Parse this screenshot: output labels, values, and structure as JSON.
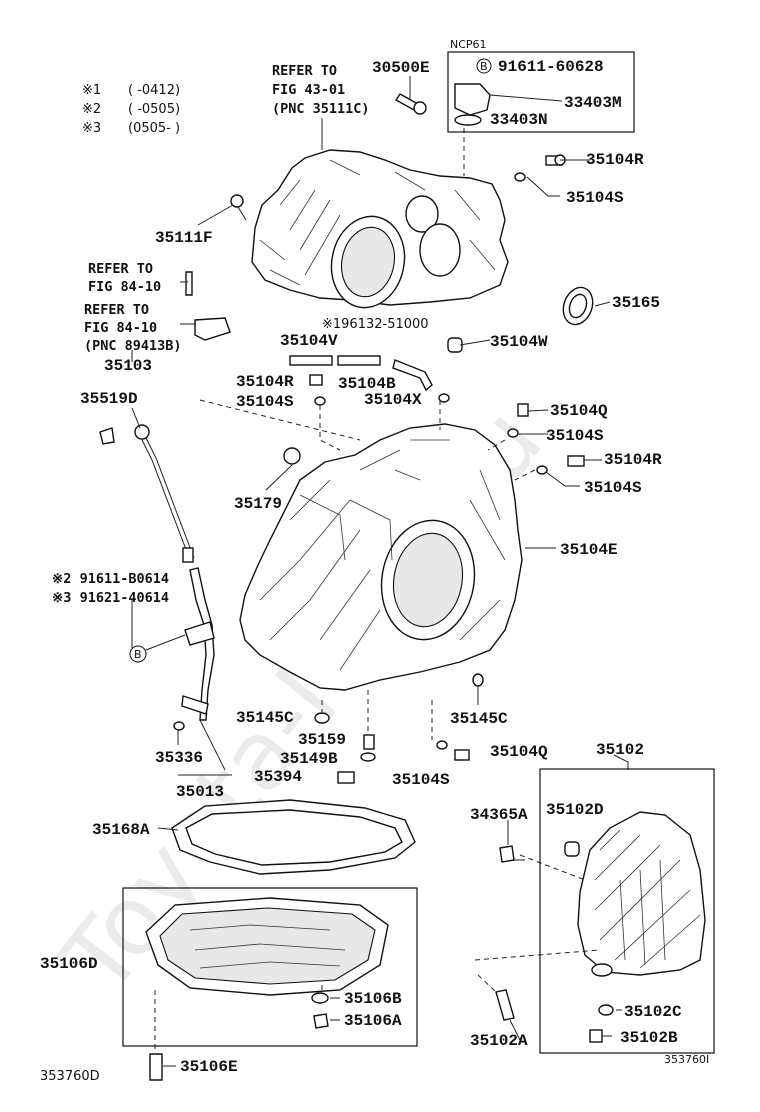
{
  "legend": [
    {
      "mark": "※1",
      "range": "(     -0412)"
    },
    {
      "mark": "※2",
      "range": "(     -0505)"
    },
    {
      "mark": "※3",
      "range": "(0505-     )"
    }
  ],
  "refs": {
    "fig43_l1": "REFER TO",
    "fig43_l2": "FIG 43-01",
    "fig43_l3": "(PNC 35111C)",
    "fig84a_l1": "REFER TO",
    "fig84a_l2": "FIG 84-10",
    "fig84b_l1": "REFER TO",
    "fig84b_l2": "FIG 84-10",
    "fig84b_l3": "(PNC 89413B)"
  },
  "ncp_box": {
    "title": "NCP61",
    "marker": "B",
    "bolt": "91611-60628",
    "part1": "33403M",
    "part2": "33403N"
  },
  "labels": {
    "p30500E": "30500E",
    "p35104R_top": "35104R",
    "p35104S_top": "35104S",
    "p35111F": "35111F",
    "p35165": "35165",
    "p196132": "※196132-51000",
    "p35104V": "35104V",
    "p35104W": "35104W",
    "p35103": "35103",
    "p35519D": "35519D",
    "p35104R_mid": "35104R",
    "p35104B": "35104B",
    "p35104S_mid": "35104S",
    "p35104X": "35104X",
    "p35104Q_mid": "35104Q",
    "p35104S_r1": "35104S",
    "p35104R_r": "35104R",
    "p35104S_r2": "35104S",
    "p35179": "35179",
    "p35104E": "35104E",
    "p91611B": "※2 91611-B0614",
    "p91621": "※3 91621-40614",
    "marker_B": "B",
    "p35145C_l": "35145C",
    "p35145C_r": "35145C",
    "p35159": "35159",
    "p35149B": "35149B",
    "p35336": "35336",
    "p35394": "35394",
    "p35104S_bot": "35104S",
    "p35104Q_bot": "35104Q",
    "p35102": "35102",
    "p35013": "35013",
    "p35168A": "35168A",
    "p34365A": "34365A",
    "p35102D": "35102D",
    "p35106D": "35106D",
    "p35106B": "35106B",
    "p35106A": "35106A",
    "p35102C": "35102C",
    "p35102A": "35102A",
    "p35102B": "35102B",
    "p35106E": "35106E"
  },
  "footer": {
    "left_code": "353760D",
    "right_code": "353760I"
  },
  "watermark": "Toyota-Mine.ru"
}
